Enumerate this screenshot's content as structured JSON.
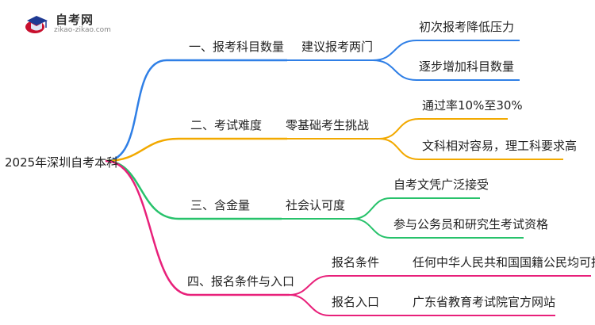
{
  "logo": {
    "title": "自考网",
    "subtitle": "zikao-zikao.com"
  },
  "root": "2025年深圳自考本科",
  "branches": [
    {
      "label": "一、报考科目数量",
      "color": "#2f7fe6",
      "sub": "建议报考两门",
      "leaves": [
        "初次报考降低压力",
        "逐步增加科目数量"
      ]
    },
    {
      "label": "二、考试难度",
      "color": "#f2a900",
      "sub": "零基础考生挑战",
      "leaves": [
        "通过率10%至30%",
        "文科相对容易，理工科要求高"
      ]
    },
    {
      "label": "三、含金量",
      "color": "#27c26b",
      "sub": "社会认可度",
      "leaves": [
        "自考文凭广泛接受",
        "参与公务员和研究生考试资格"
      ]
    },
    {
      "label": "四、报名条件与入口",
      "color": "#e8207a",
      "subs": [
        {
          "label": "报名条件",
          "leaf": "任何中华人民共和国国籍公民均可报名"
        },
        {
          "label": "报名入口",
          "leaf": "广东省教育考试院官方网站"
        }
      ]
    }
  ]
}
